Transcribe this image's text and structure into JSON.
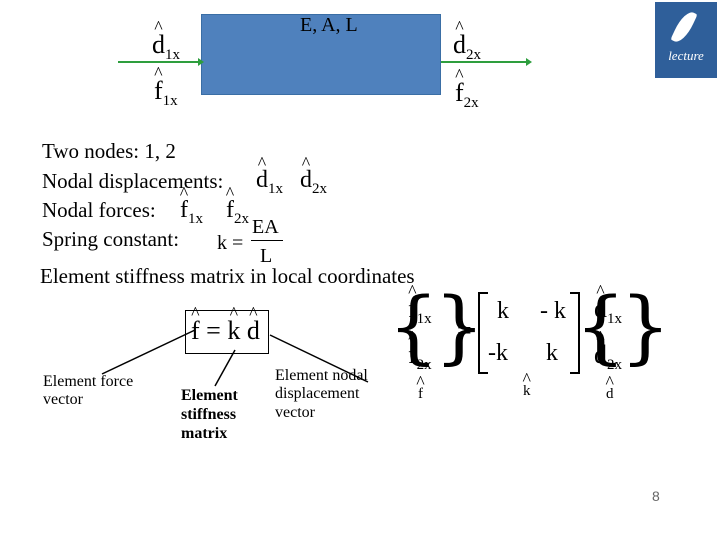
{
  "figure": {
    "bar_label": "E, A, L",
    "d1x": {
      "base": "d",
      "sub": "1x"
    },
    "d2x": {
      "base": "d",
      "sub": "2x"
    },
    "f1x": {
      "base": "f",
      "sub": "1x"
    },
    "f2x": {
      "base": "f",
      "sub": "2x"
    },
    "colors": {
      "bar": "#4f81bd",
      "arrow": "#2e9e3e"
    }
  },
  "logo": {
    "text": "lecture"
  },
  "text": {
    "line1": "Two nodes: 1, 2",
    "line2": "Nodal displacements:",
    "line3": "Nodal forces:",
    "line4": "Spring constant:",
    "stiffness_k": "k =",
    "stiffness_num": "EA",
    "stiffness_den": "L",
    "heading": "Element stiffness matrix in local coordinates"
  },
  "equation": {
    "f": "f",
    "eq": "=",
    "k": "k",
    "d": "d",
    "m11": "k",
    "m12": "- k",
    "m21": "-k",
    "m22": "k"
  },
  "captions": {
    "force": [
      "Element force",
      "vector"
    ],
    "stiffness": [
      "Element",
      "stiffness",
      "matrix"
    ],
    "displacement": [
      "Element nodal",
      "displacement",
      "vector"
    ],
    "small_f": "f",
    "small_k": "k",
    "small_d": "d"
  },
  "page_number": "8"
}
